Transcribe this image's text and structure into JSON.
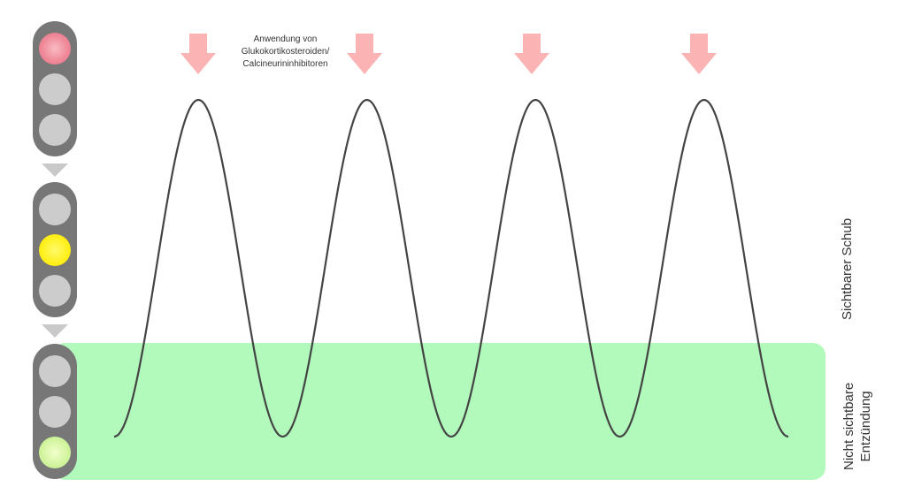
{
  "annotation": {
    "line1": "Anwendung von",
    "line2": "Glukokortikosteroiden/",
    "line3": "Calcineurininhibitoren"
  },
  "labels": {
    "visible_flare": "Sichtbarer Schub",
    "invisible_line1": "Nicht sichtbare",
    "invisible_line2": "Entzündung"
  },
  "colors": {
    "arrow": "#fbb3b3",
    "wave": "#444444",
    "green_zone": "#b2f9bc",
    "traffic_light_body": "#777777"
  },
  "traffic_lights": [
    {
      "active": "red"
    },
    {
      "active": "yellow"
    },
    {
      "active": "green"
    }
  ],
  "wave": {
    "cycles": 4,
    "peaks_with_arrows": 4
  }
}
